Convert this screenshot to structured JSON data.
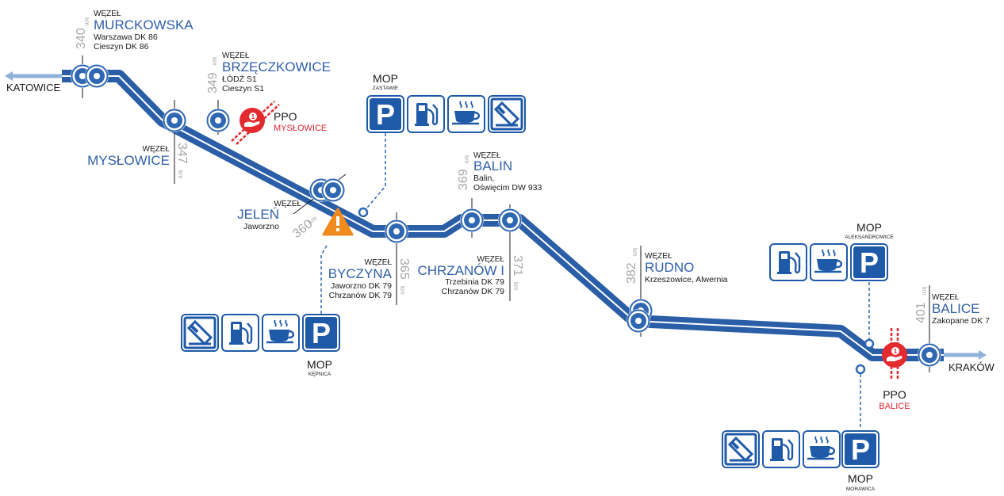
{
  "colors": {
    "road": "#2a5ea7",
    "road_edge": "#ffffff",
    "node_blue": "#2f67b3",
    "red": "#e22a2f",
    "warning": "#f08a1c",
    "km_grey": "#a8a8a8",
    "arrow_light": "#8fb1d8",
    "sign_blue": "#1f5aa8"
  },
  "directions": {
    "west": "KATOWICE",
    "east": "KRAKÓW"
  },
  "junction_word": "WĘZEŁ",
  "km_unit": "km",
  "junctions": [
    {
      "id": "murckowska",
      "name": "MURCKOWSKA",
      "km": "340",
      "roads": [
        "Warszawa DK 86",
        "Cieszyn DK 86"
      ]
    },
    {
      "id": "myslowice",
      "name": "MYSŁOWICE",
      "km": "347",
      "roads": []
    },
    {
      "id": "brzeczkowice",
      "name": "BRZĘCZKOWICE",
      "km": "349",
      "roads": [
        "ŁÓDŹ S1",
        "Cieszyn S1"
      ]
    },
    {
      "id": "jelen",
      "name": "JELEŃ",
      "km": "360",
      "roads": [
        "Jaworzno"
      ]
    },
    {
      "id": "byczyna",
      "name": "BYCZYNA",
      "km": "365",
      "roads": [
        "Jaworzno DK 79",
        "Chrzanów DK 79"
      ]
    },
    {
      "id": "balin",
      "name": "BALIN",
      "km": "369",
      "roads": [
        "Balin,",
        "Oświęcim DW 933"
      ]
    },
    {
      "id": "chrzanow",
      "name": "CHRZANÓW I",
      "km": "371",
      "roads": [
        "Trzebinia DK 79",
        "Chrzanów DK 79"
      ]
    },
    {
      "id": "rudno",
      "name": "RUDNO",
      "km": "382",
      "roads": [
        "Krzeszowice, Alwernia"
      ]
    },
    {
      "id": "balice",
      "name": "BALICE",
      "km": "401",
      "roads": [
        "Zakopane DK 7"
      ]
    }
  ],
  "toll_plazas": [
    {
      "id": "myslowice",
      "label": "PPO",
      "name": "MYSŁOWICE"
    },
    {
      "id": "balice",
      "label": "PPO",
      "name": "BALICE"
    }
  ],
  "rest_areas": [
    {
      "id": "zastawie",
      "label": "MOP",
      "name": "ZASTAWIE",
      "services": [
        "parking-icon",
        "fuel-icon",
        "cafe-icon",
        "hotel-icon"
      ]
    },
    {
      "id": "kepnica",
      "label": "MOP",
      "name": "KĘPNICA",
      "services": [
        "hotel-icon",
        "fuel-icon",
        "cafe-icon",
        "parking-icon"
      ]
    },
    {
      "id": "aleksandrowice",
      "label": "MOP",
      "name": "ALEKSANDROWICE",
      "services": [
        "fuel-icon",
        "cafe-icon",
        "parking-icon"
      ]
    },
    {
      "id": "morawica",
      "label": "MOP",
      "name": "MORAWICA",
      "services": [
        "hotel-icon",
        "fuel-icon",
        "cafe-icon",
        "parking-icon"
      ]
    }
  ]
}
